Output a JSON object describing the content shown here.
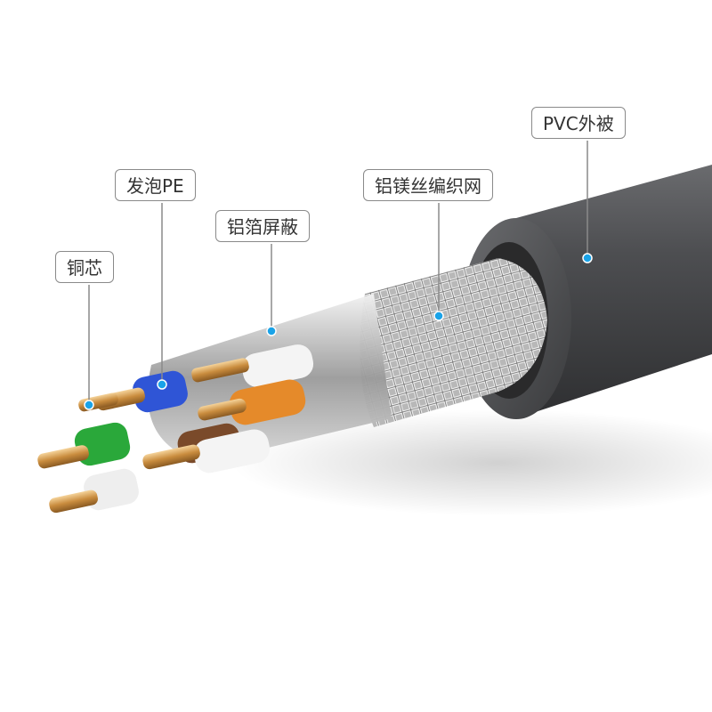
{
  "labels": {
    "jacket": "PVC外被",
    "foam_pe": "发泡PE",
    "braid": "铝镁丝编织网",
    "foil": "铝箔屏蔽",
    "copper": "铜芯"
  },
  "colors": {
    "jacket": "#4a4b4d",
    "pointer_dot": "#1aa3e8",
    "copper": "#d9a25a",
    "blue_pair": "#2f55d6",
    "green_pair": "#2aa83a",
    "orange_pair": "#e58a2a",
    "brown_pair": "#7a4a2a"
  }
}
